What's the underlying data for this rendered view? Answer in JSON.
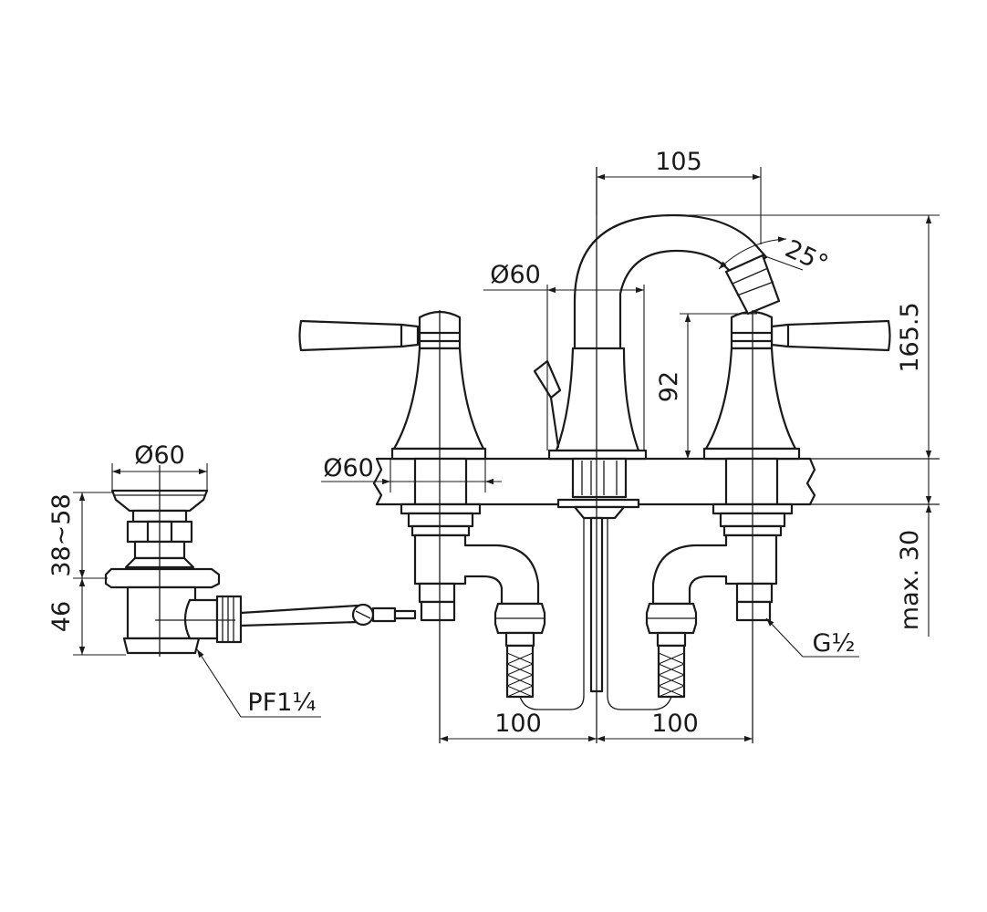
{
  "diagram": {
    "dimensions": {
      "spout_reach": "105",
      "spout_angle": "25°",
      "total_height": "165.5",
      "outlet_height": "92",
      "spout_base_diameter": "Ø60",
      "handle_base_diameter": "Ø60",
      "deck_thickness": "max. 30",
      "inlet_thread": "G½",
      "left_spacing": "100",
      "right_spacing": "100",
      "drain_diameter": "Ø60",
      "drain_upper_height": "38~58",
      "drain_lower_height": "46",
      "drain_thread": "PF1¼"
    }
  }
}
